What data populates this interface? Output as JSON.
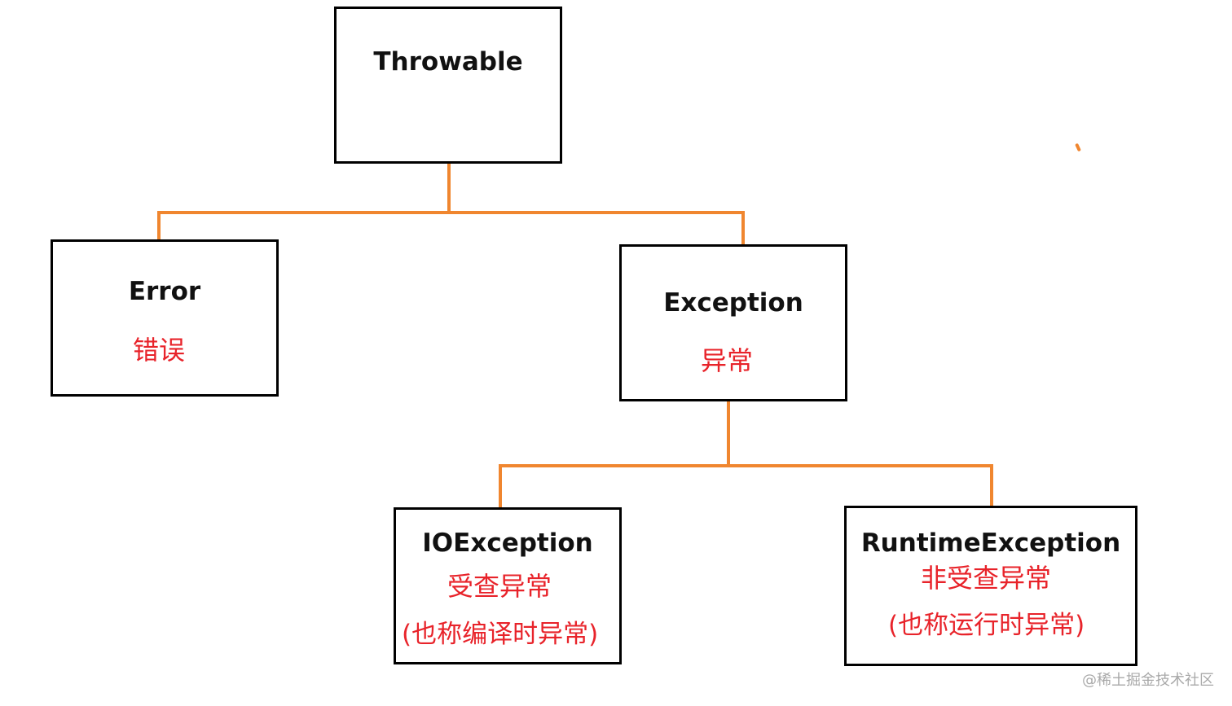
{
  "connector_color": "#f0862f",
  "text_colors": {
    "class_name": "#111111",
    "chinese_label": "#e8232a"
  },
  "nodes": {
    "throwable": {
      "name": "Throwable"
    },
    "error": {
      "name": "Error",
      "label": "错误"
    },
    "exception": {
      "name": "Exception",
      "label": "异常"
    },
    "ioexception": {
      "name": "IOException",
      "label": "受查异常",
      "note": "(也称编译时异常)"
    },
    "runtimeexception": {
      "name": "RuntimeException",
      "label": "非受查异常",
      "note": "(也称运行时异常)"
    }
  },
  "watermark": "@稀土掘金技术社区"
}
